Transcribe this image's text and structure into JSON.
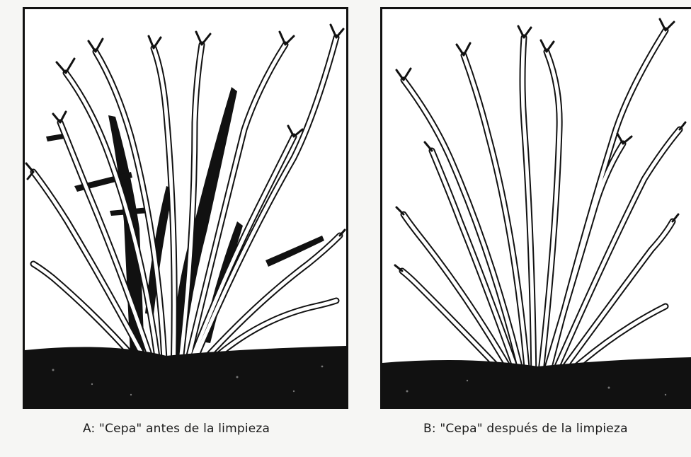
{
  "figure": {
    "caption_a": "A: \"Cepa\" antes de la limpieza",
    "caption_b": "B: \"Cepa\" después de la limpieza"
  },
  "colors": {
    "ink": "#111111",
    "paper": "#ffffff",
    "soil": "#111111"
  },
  "panels": [
    {
      "id": "A",
      "state": "before cleaning",
      "dead_canes_shown": true
    },
    {
      "id": "B",
      "state": "after cleaning",
      "dead_canes_shown": false
    }
  ]
}
